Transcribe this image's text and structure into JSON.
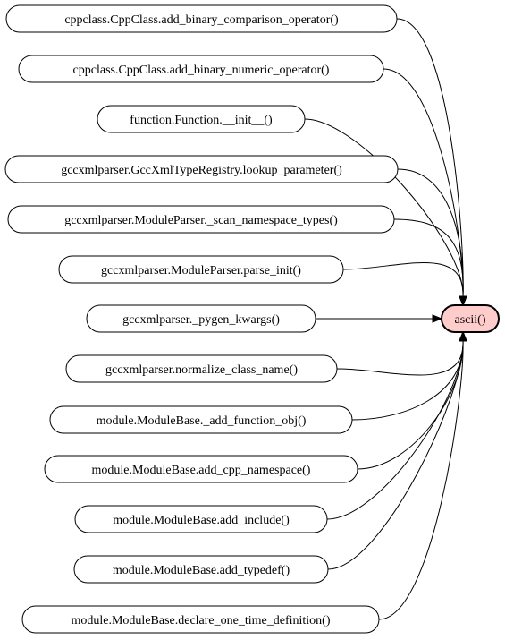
{
  "diagram": {
    "target": {
      "label": "ascii()",
      "fill": "#ffcccc"
    },
    "callers": [
      {
        "label": "cppclass.CppClass.add_binary_comparison_operator()"
      },
      {
        "label": "cppclass.CppClass.add_binary_numeric_operator()"
      },
      {
        "label": "function.Function.__init__()"
      },
      {
        "label": "gccxmlparser.GccXmlTypeRegistry.lookup_parameter()"
      },
      {
        "label": "gccxmlparser.ModuleParser._scan_namespace_types()"
      },
      {
        "label": "gccxmlparser.ModuleParser.parse_init()"
      },
      {
        "label": "gccxmlparser._pygen_kwargs()"
      },
      {
        "label": "gccxmlparser.normalize_class_name()"
      },
      {
        "label": "module.ModuleBase._add_function_obj()"
      },
      {
        "label": "module.ModuleBase.add_cpp_namespace()"
      },
      {
        "label": "module.ModuleBase.add_include()"
      },
      {
        "label": "module.ModuleBase.add_typedef()"
      },
      {
        "label": "module.ModuleBase.declare_one_time_definition()"
      }
    ]
  }
}
